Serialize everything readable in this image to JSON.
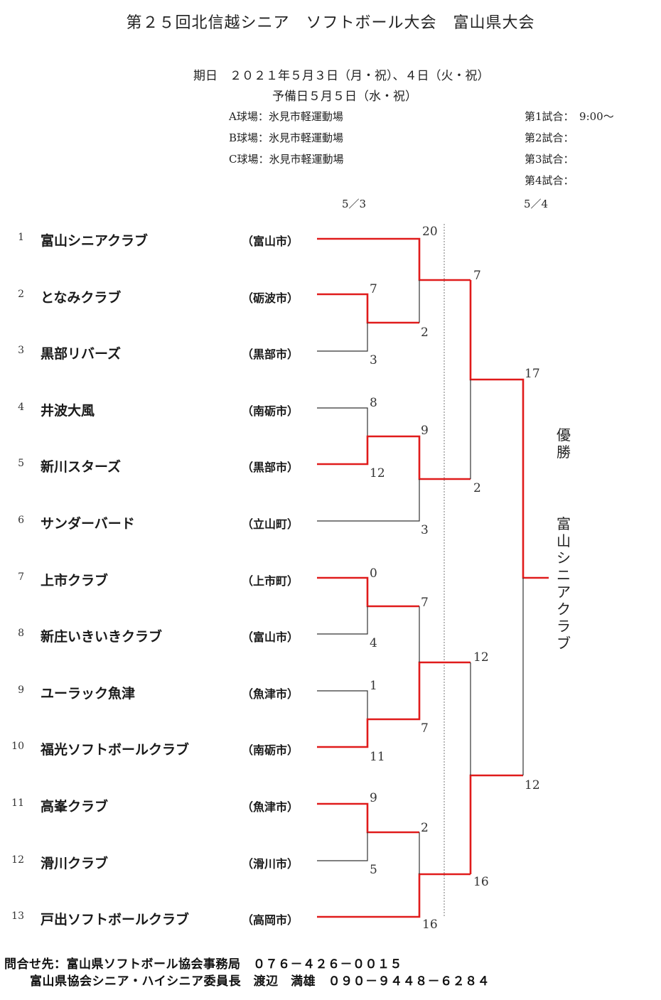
{
  "title": "第２５回北信越シニア　ソフトボール大会　富山県大会",
  "schedule": {
    "date": "期日　２０２１年５月３日（月・祝）、４日（火・祝）",
    "reserve": "予備日５月５日（水・祝）"
  },
  "venues": [
    "A球場：氷見市軽運動場",
    "B球場：氷見市軽運動場",
    "C球場：氷見市軽運動場"
  ],
  "matches": [
    "第1試合：　9:00～",
    "第2試合：",
    "第3試合：",
    "第4試合："
  ],
  "round_dates": [
    "5／3",
    "5／4"
  ],
  "teams": [
    {
      "num": "1",
      "name": "富山シニアクラブ",
      "city": "（富山市）"
    },
    {
      "num": "2",
      "name": "となみクラブ",
      "city": "（砺波市）"
    },
    {
      "num": "3",
      "name": "黒部リバーズ",
      "city": "（黒部市）"
    },
    {
      "num": "4",
      "name": "井波大風",
      "city": "（南砺市）"
    },
    {
      "num": "5",
      "name": "新川スターズ",
      "city": "（黒部市）"
    },
    {
      "num": "6",
      "name": "サンダーバード",
      "city": "（立山町）"
    },
    {
      "num": "7",
      "name": "上市クラブ",
      "city": "（上市町）"
    },
    {
      "num": "8",
      "name": "新庄いきいきクラブ",
      "city": "（富山市）"
    },
    {
      "num": "9",
      "name": "ユーラック魚津",
      "city": "（魚津市）"
    },
    {
      "num": "10",
      "name": "福光ソフトボールクラブ",
      "city": "（南砺市）"
    },
    {
      "num": "11",
      "name": "高峯クラブ",
      "city": "（魚津市）"
    },
    {
      "num": "12",
      "name": "滑川クラブ",
      "city": "（滑川市）"
    },
    {
      "num": "13",
      "name": "戸出ソフトボールクラブ",
      "city": "（高岡市）"
    }
  ],
  "scores": [
    "20",
    "7",
    "2",
    "3",
    "7",
    "17",
    "8",
    "9",
    "12",
    "2",
    "3",
    "7",
    "4",
    "0",
    "12",
    "1",
    "7",
    "11",
    "12",
    "9",
    "2",
    "5",
    "16",
    "16"
  ],
  "champion": {
    "label": "優勝",
    "team": "富山シニアクラブ"
  },
  "footer": {
    "line1": "問合せ先：富山県ソフトボール協会事務局　０７６－４２６－００１５",
    "line2": "富山県協会シニア・ハイシニア委員長　渡辺　満雄　０９０－９４４８－６２８４"
  },
  "colors": {
    "winner": "#e01b1b",
    "loser": "#333333",
    "divider": "#777777"
  }
}
